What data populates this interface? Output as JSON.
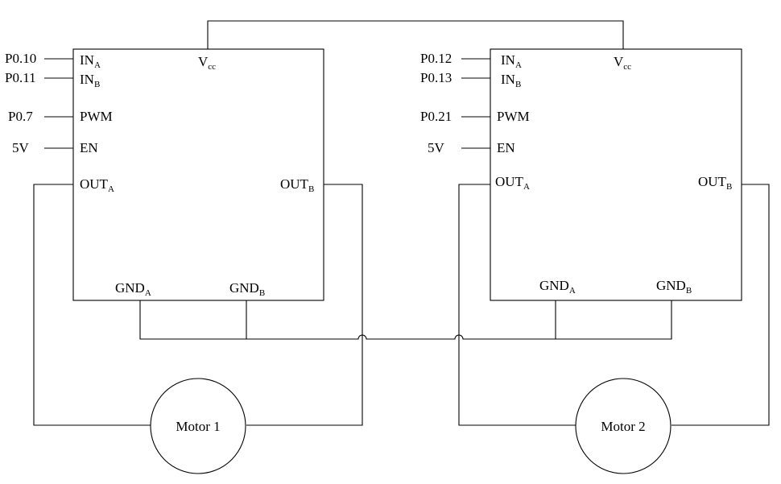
{
  "drivers": [
    {
      "inputs": {
        "in_a_signal": "P0.10",
        "in_b_signal": "P0.11",
        "pwm_signal": "P0.7",
        "en_signal": "5V"
      },
      "pins": {
        "in_a": {
          "base": "IN",
          "sub": "A"
        },
        "in_b": {
          "base": "IN",
          "sub": "B"
        },
        "vcc": {
          "base": "V",
          "sub": "cc"
        },
        "pwm": "PWM",
        "en": "EN",
        "out_a": {
          "base": "OUT",
          "sub": "A"
        },
        "out_b": {
          "base": "OUT",
          "sub": "B"
        },
        "gnd_a": {
          "base": "GND",
          "sub": "A"
        },
        "gnd_b": {
          "base": "GND",
          "sub": "B"
        }
      }
    },
    {
      "inputs": {
        "in_a_signal": "P0.12",
        "in_b_signal": "P0.13",
        "pwm_signal": "P0.21",
        "en_signal": "5V"
      },
      "pins": {
        "in_a": {
          "base": "IN",
          "sub": "A"
        },
        "in_b": {
          "base": "IN",
          "sub": "B"
        },
        "vcc": {
          "base": "V",
          "sub": "cc"
        },
        "pwm": "PWM",
        "en": "EN",
        "out_a": {
          "base": "OUT",
          "sub": "A"
        },
        "out_b": {
          "base": "OUT",
          "sub": "B"
        },
        "gnd_a": {
          "base": "GND",
          "sub": "A"
        },
        "gnd_b": {
          "base": "GND",
          "sub": "B"
        }
      }
    }
  ],
  "motors": [
    {
      "label": "Motor 1"
    },
    {
      "label": "Motor 2"
    }
  ]
}
